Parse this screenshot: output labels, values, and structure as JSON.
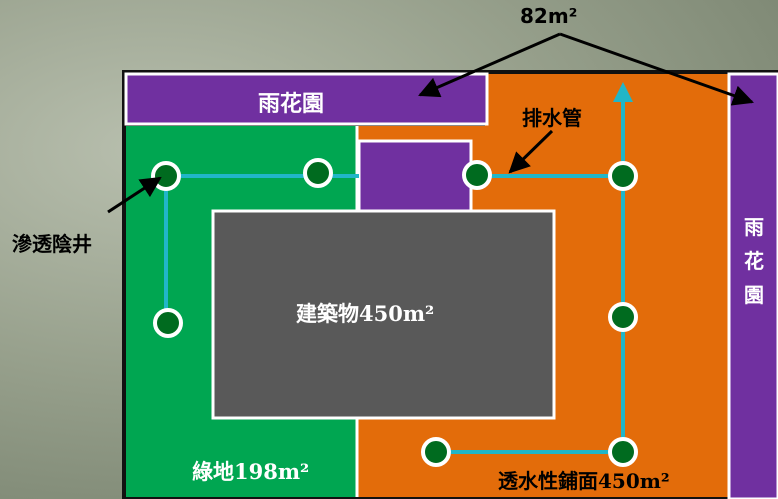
{
  "colors": {
    "outline": "#111111",
    "rain_garden": "#7030a0",
    "green_land": "#00a651",
    "paving": "#e36c0a",
    "building": "#595959",
    "pipe": "#21b6c8",
    "well_fill": "#006b1f",
    "white": "#ffffff"
  },
  "labels": {
    "area_top": "82m²",
    "rain_garden_top": "雨花園",
    "rain_garden_right": "雨花園",
    "pipe": "排水管",
    "well": "滲透陰井",
    "building": "建築物450m²",
    "green_land": "綠地198m²",
    "paving": "透水性鋪面450m²"
  },
  "icons": {
    "arrow": "black-arrow-icon",
    "well": "green-circle-icon"
  }
}
